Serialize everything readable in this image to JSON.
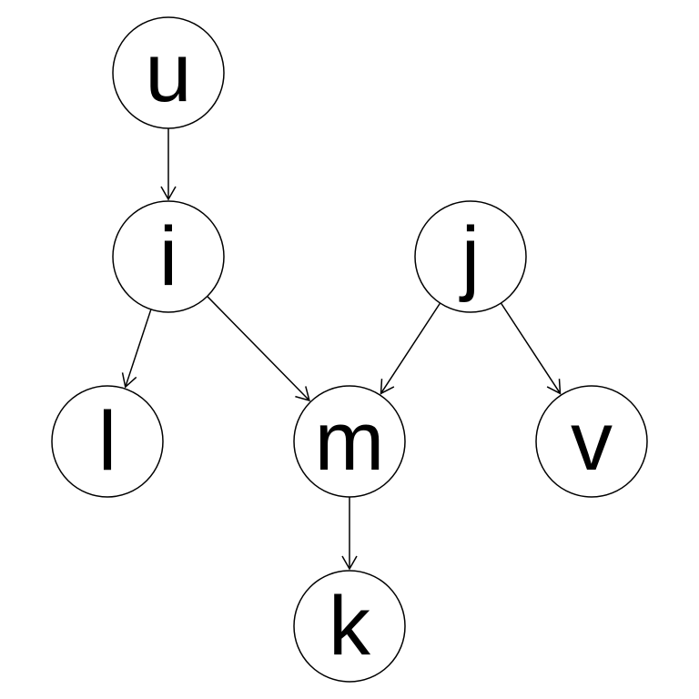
{
  "graph": {
    "nodes": [
      {
        "id": "u",
        "label": "u"
      },
      {
        "id": "i",
        "label": "i"
      },
      {
        "id": "j",
        "label": "j"
      },
      {
        "id": "l",
        "label": "l"
      },
      {
        "id": "m",
        "label": "m"
      },
      {
        "id": "v",
        "label": "v"
      },
      {
        "id": "k",
        "label": "k"
      }
    ],
    "edges": [
      {
        "from": "u",
        "to": "i"
      },
      {
        "from": "i",
        "to": "l"
      },
      {
        "from": "i",
        "to": "m"
      },
      {
        "from": "j",
        "to": "m"
      },
      {
        "from": "j",
        "to": "v"
      },
      {
        "from": "m",
        "to": "k"
      }
    ]
  }
}
